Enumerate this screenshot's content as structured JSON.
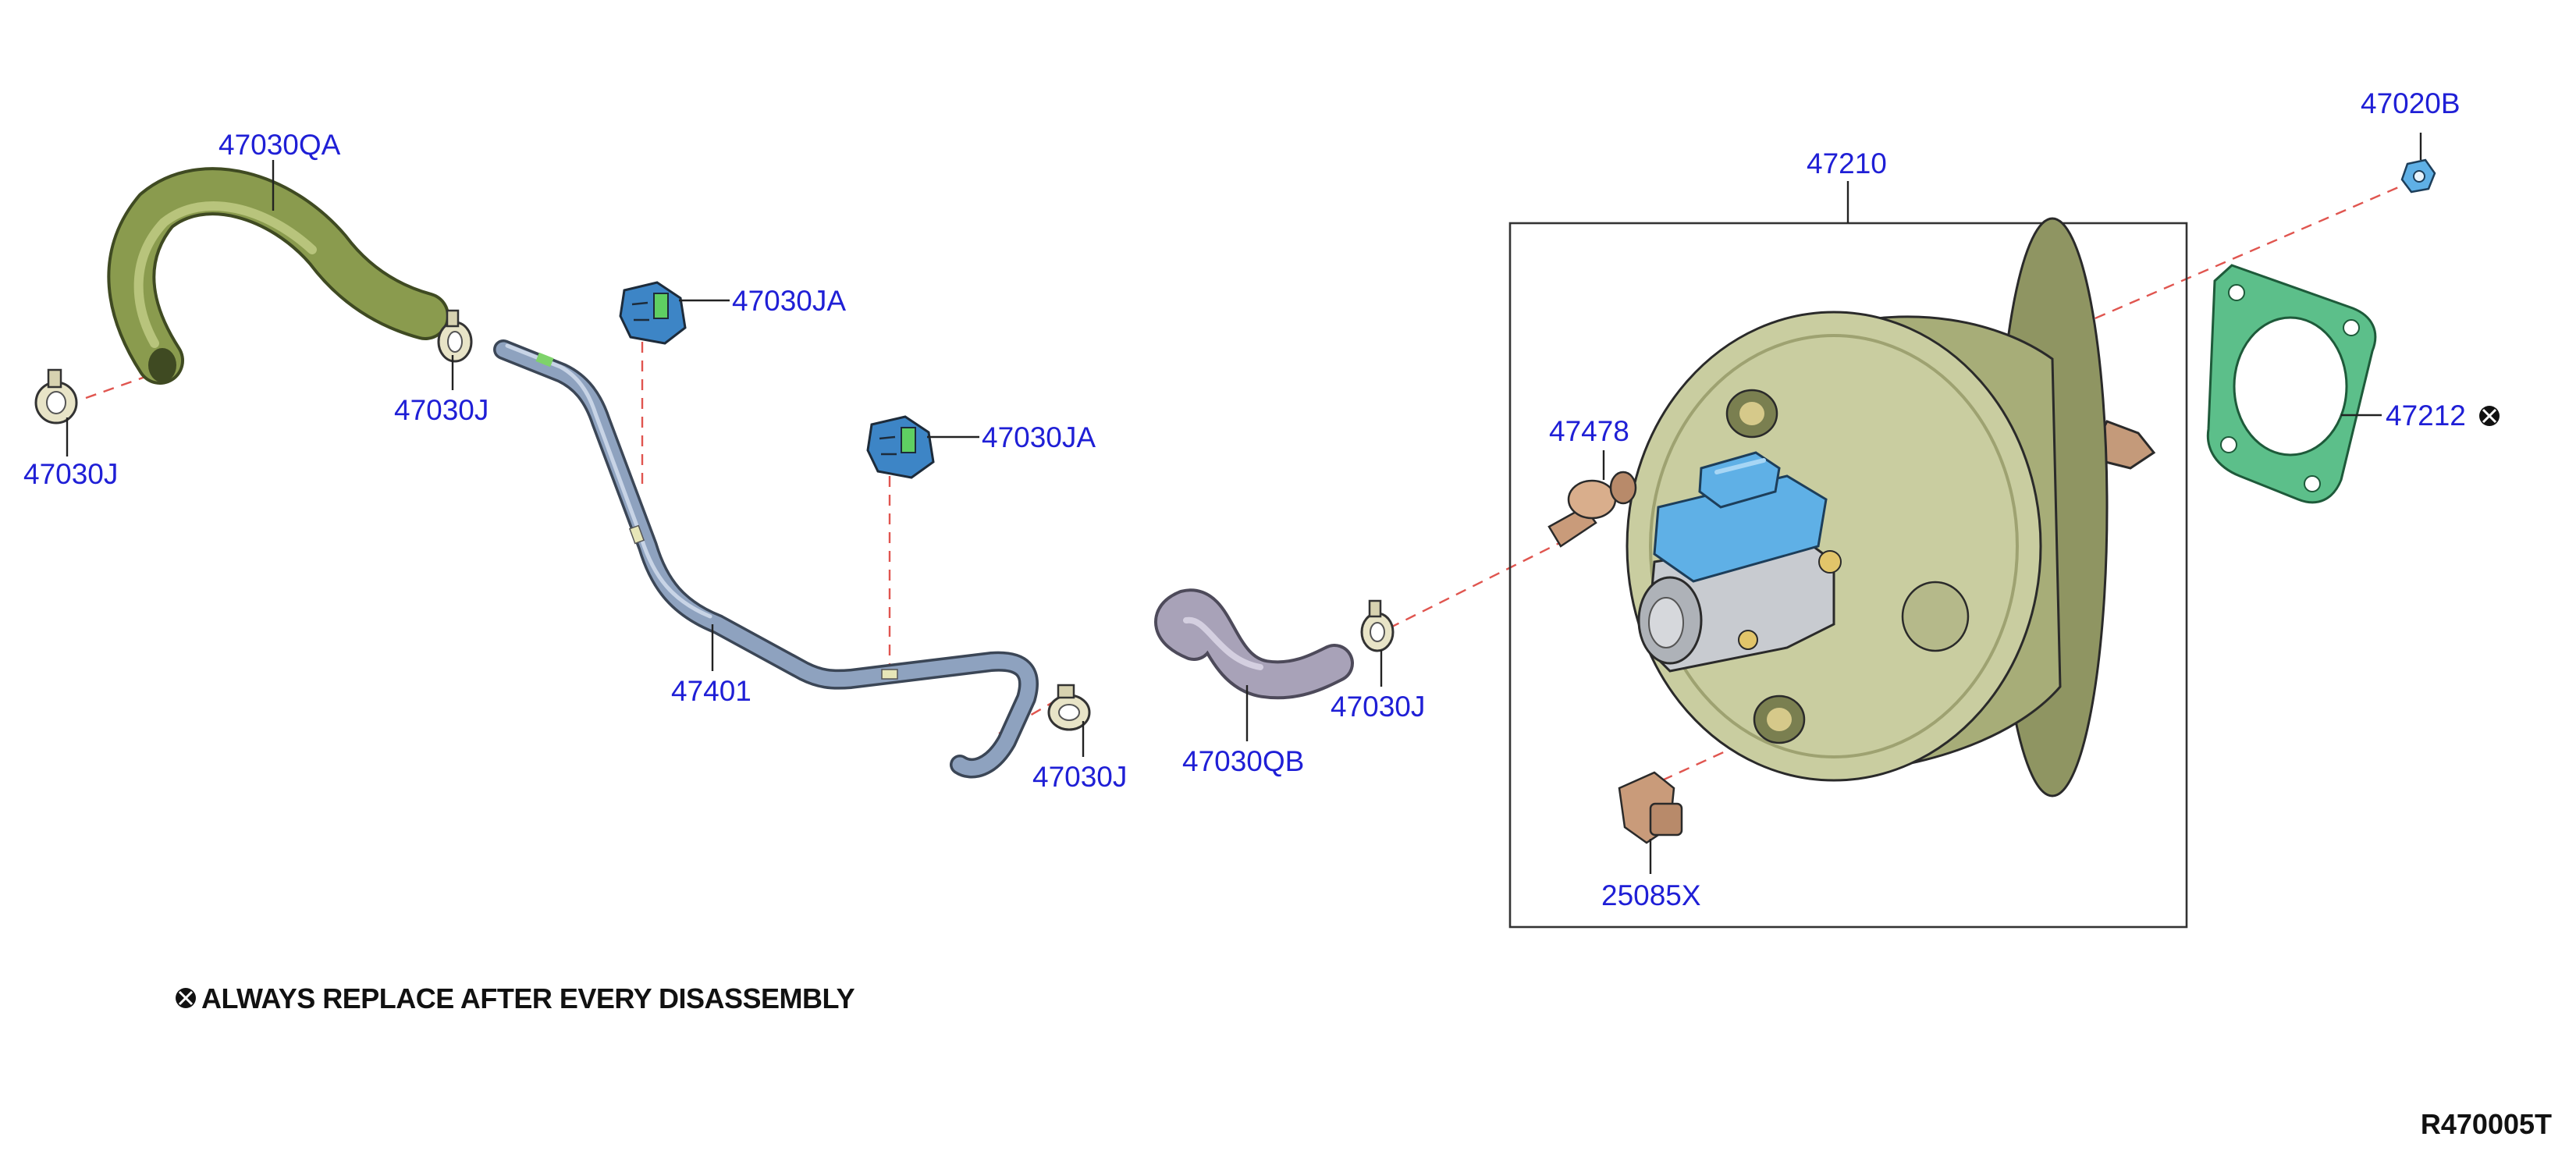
{
  "labels": {
    "hose_upper": "47030QA",
    "clamp_far_left": "47030J",
    "clamp_left": "47030J",
    "clip_upper": "47030JA",
    "clip_lower": "47030JA",
    "tube": "47401",
    "clamp_mid": "47030J",
    "hose_lower": "47030QB",
    "clamp_right": "47030J",
    "booster_assy": "47210",
    "check_valve": "47478",
    "sensor": "25085X",
    "nut": "47020B",
    "gasket": "47212"
  },
  "note": "ALWAYS REPLACE AFTER EVERY DISASSEMBLY",
  "diagram_code": "R470005T",
  "colors": {
    "label": "#1f1fd6",
    "dash": "#e0554f",
    "hose": "#8a9b4e",
    "tube": "#7f93ad",
    "clip": "#3d85c6",
    "booster": "#c9cda0",
    "reservoir": "#5fb0e6",
    "gasket": "#5cbf8a",
    "valve": "#c99b7a"
  }
}
